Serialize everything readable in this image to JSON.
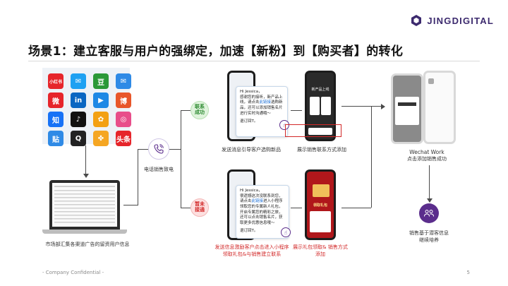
{
  "header": {
    "brand": "JINGDIGITAL",
    "title": "场景1：建立客服与用户的强绑定，加速【新粉】到【购买者】的转化"
  },
  "sources": {
    "apps": [
      {
        "icon": "xiaohongshu-icon",
        "label": "小红书",
        "color": "#e6252b"
      },
      {
        "icon": "mail-icon",
        "label": "✉",
        "color": "#1ea1f2"
      },
      {
        "icon": "douban-icon",
        "label": "豆",
        "color": "#2b9938"
      },
      {
        "icon": "email-icon",
        "label": "✉",
        "color": "#2f8ae6"
      },
      {
        "icon": "weibo-alt-icon",
        "label": "微",
        "color": "#e6252b"
      },
      {
        "icon": "linkedin-icon",
        "label": "in",
        "color": "#0a66c2"
      },
      {
        "icon": "youku-icon",
        "label": "▶",
        "color": "#1e88e5"
      },
      {
        "icon": "weibo-icon",
        "label": "博",
        "color": "#e8562a"
      },
      {
        "icon": "zhihu-icon",
        "label": "知",
        "color": "#1772f6"
      },
      {
        "icon": "douyin-icon",
        "label": "♪",
        "color": "#111111"
      },
      {
        "icon": "photo-icon",
        "label": "✿",
        "color": "#f3a013"
      },
      {
        "icon": "camera-icon",
        "label": "◎",
        "color": "#e84e8a"
      },
      {
        "icon": "tieba-icon",
        "label": "贴",
        "color": "#2f8ae6"
      },
      {
        "icon": "qq-icon",
        "label": "Q",
        "color": "#222222"
      },
      {
        "icon": "ctrip-icon",
        "label": "✤",
        "color": "#f5a623"
      },
      {
        "icon": "toutiao-icon",
        "label": "头条",
        "color": "#e6252b"
      }
    ],
    "caption": "市场部汇集各渠道广告的留资用户信息"
  },
  "call": {
    "caption": "电话销售致电"
  },
  "branches": {
    "success": {
      "status": "联系\n成功",
      "msg_caption": "发送消息引导客户选购新品",
      "card_caption": "展示销售联系方式添加",
      "chat": {
        "greeting": "Hi Jessica，",
        "body": "感谢您的接听，新产品上线，请点击",
        "link": "此链接",
        "body2": "选购新品，还可以添加销售名片进行实时沟通哦～",
        "footer": "退订回T。"
      },
      "screen_title": "新产品上线"
    },
    "failed": {
      "status": "暂未\n接通",
      "msg_caption": "发送信息激励客户点击进入小程序领取礼包&与销售建立联系",
      "card_caption": "展示礼包领取& 销售方式添加",
      "chat": {
        "greeting": "Hi Jessica，",
        "body": "很遗憾这次没联系到您，请点击",
        "link": "此链接",
        "body2": "进入小程序领取您的专属新人礼包，开启专属您的精彩之旅，还可以点击销售名片，获取更多优惠信息哦～",
        "footer": "退订回T。"
      },
      "screen_title": "领取礼包"
    }
  },
  "wecom": {
    "caption_line1": "Wechat Work",
    "caption_line2": "点击添加销售成功"
  },
  "nurture": {
    "caption_line1": "销售基于潜客信息",
    "caption_line2": "继续培养"
  },
  "footer": {
    "confidential": "- Company Confidential -",
    "page": "5"
  }
}
